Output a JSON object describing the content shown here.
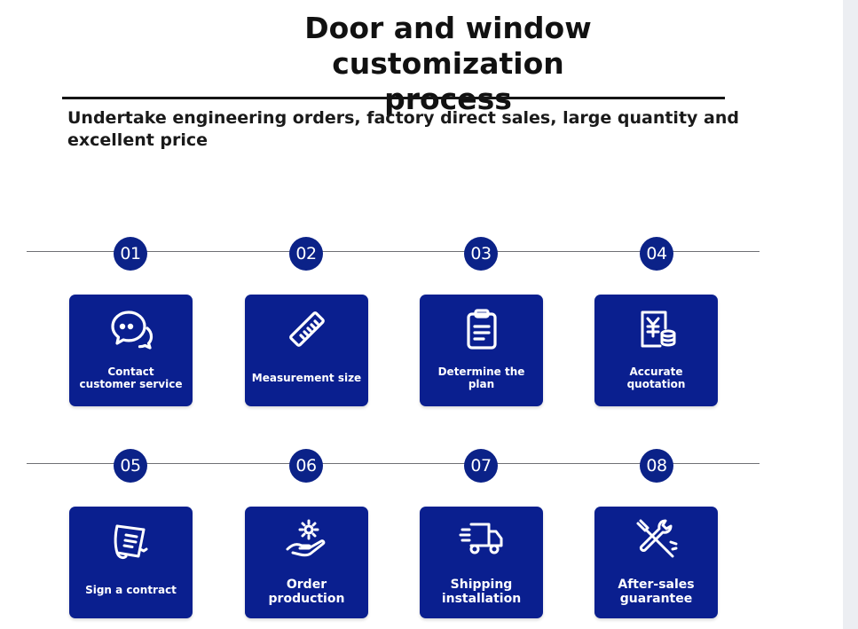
{
  "title_line1": "Door and window",
  "title_line2": "customization process",
  "subtitle": "Undertake engineering orders, factory direct sales, large quantity and excellent price",
  "colors": {
    "card_blue": "#0a1f8f",
    "badge_blue": "#0b2288",
    "line_gray": "#6f7074"
  },
  "steps": [
    {
      "number": "01",
      "label": "Contact\ncustomer service",
      "icon": "chat-bubbles-icon"
    },
    {
      "number": "02",
      "label": "Measurement size",
      "icon": "ruler-icon"
    },
    {
      "number": "03",
      "label": "Determine the plan",
      "icon": "clipboard-icon"
    },
    {
      "number": "04",
      "label": "Accurate\nquotation",
      "icon": "yuan-quotation-icon"
    },
    {
      "number": "05",
      "label": "Sign a contract",
      "icon": "contract-sign-icon"
    },
    {
      "number": "06",
      "label": "Order\nproduction",
      "icon": "gear-hand-icon"
    },
    {
      "number": "07",
      "label": "Shipping\ninstallation",
      "icon": "delivery-truck-icon"
    },
    {
      "number": "08",
      "label": "After-sales\nguarantee",
      "icon": "wrench-screwdriver-icon"
    }
  ]
}
